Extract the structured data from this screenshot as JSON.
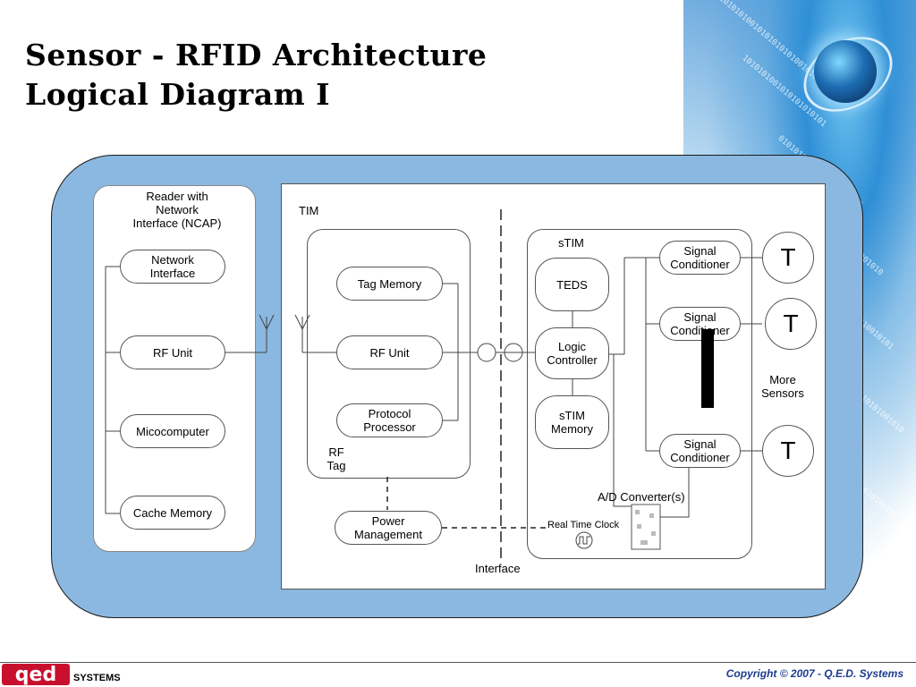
{
  "slide": {
    "title_line1": "Sensor - RFID Architecture",
    "title_line2": "Logical Diagram I"
  },
  "ncap": {
    "label": "Reader with Network Interface (NCAP)",
    "items": [
      "Network Interface",
      "RF Unit",
      "Micocomputer",
      "Cache Memory"
    ]
  },
  "tim": {
    "label": "TIM",
    "rf_tag": {
      "label": "RF Tag",
      "items": [
        "Tag Memory",
        "RF Unit",
        "Protocol Processor"
      ]
    },
    "power_management": "Power Management",
    "interface_label": "Interface",
    "stim": {
      "label": "sTIM",
      "items": [
        "TEDS",
        "Logic Controller",
        "sTIM Memory"
      ],
      "ad_converter": "A/D Converter(s)",
      "real_time_clock": "Real Time Clock"
    },
    "signal_conditioners": [
      "Signal Conditioner",
      "Signal Conditioner",
      "Signal Conditioner"
    ],
    "transducers": [
      "T",
      "T",
      "T"
    ],
    "more_sensors": "More Sensors"
  },
  "footer": {
    "logo_text": "qed",
    "company": "SYSTEMS",
    "copyright": "Copyright © 2007 - Q.E.D. Systems"
  },
  "colors": {
    "panel": "#8bb8e0",
    "logo_red": "#c8102e",
    "copyright_blue": "#1d3b8f"
  }
}
